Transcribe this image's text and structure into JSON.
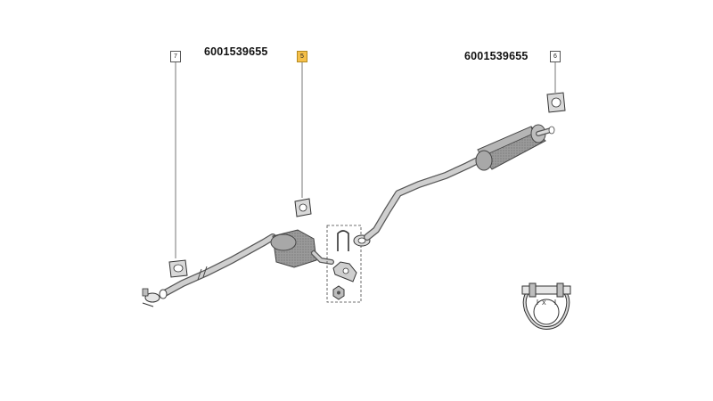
{
  "diagram": {
    "part_numbers": {
      "left": "6001539655",
      "right": "6001539655"
    },
    "callouts": {
      "c7": "7",
      "c5": "5",
      "c6": "6"
    },
    "clamp_detail_label": "X",
    "highlight_color": "#f5c04a"
  }
}
